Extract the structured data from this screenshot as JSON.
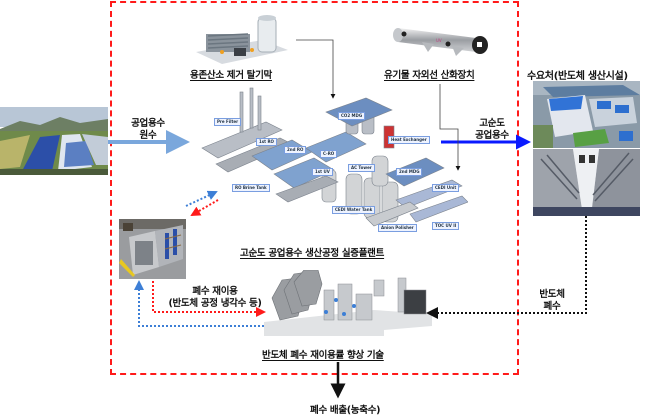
{
  "frame": {
    "border_color": "#ff1a1a",
    "style": "dashed"
  },
  "source": {
    "image_name": "industrial-water-reservoir-photo",
    "arrow_label_line1": "공업용수",
    "arrow_label_line2": "원수",
    "arrow_color": "#7aa7dc"
  },
  "degassing": {
    "image_name": "degassing-membrane-unit",
    "label": "용존산소 제거 탈기막"
  },
  "uv_oxidation": {
    "image_name": "uv-oxidation-reactor",
    "label": "유기물 자외선 산화장치"
  },
  "plant": {
    "label": "고순도 공업용수 생산공정 실증플랜트",
    "tags": [
      "Pre Filter",
      "1st RO",
      "2nd RO",
      "C-RO",
      "CO2 MDG",
      "1st UV",
      "AC Tower",
      "Heat Exchanger",
      "2nd MDG",
      "RO Brine Tank",
      "CEDI Unit",
      "CEDI Water Tank",
      "Anion Polisher",
      "TOC UV II"
    ]
  },
  "output": {
    "arrow_label_line1": "고순도",
    "arrow_label_line2": "공업용수",
    "arrow_color": "#0a1aff"
  },
  "consumer": {
    "label": "수요처(반도체 생산시설)",
    "image_top_name": "semiconductor-fab-aerial-photo",
    "image_bottom_name": "cleanroom-interior-photo"
  },
  "wastewater": {
    "label_line1": "반도체",
    "label_line2": "폐수"
  },
  "reuse_system": {
    "image_name": "cooling-water-reuse-facility-photo",
    "label_line1": "폐수 재이용",
    "label_line2": "(반도체 공정 냉각수 등)",
    "red_arrow_color": "#ff1a1a",
    "blue_arrow_color": "#3d7fd6"
  },
  "reuse_tech": {
    "label": "반도체 폐수 재이용률 향상 기술",
    "image_name": "wastewater-treatment-equipment"
  },
  "discharge": {
    "label": "폐수 배출(농축수)"
  }
}
